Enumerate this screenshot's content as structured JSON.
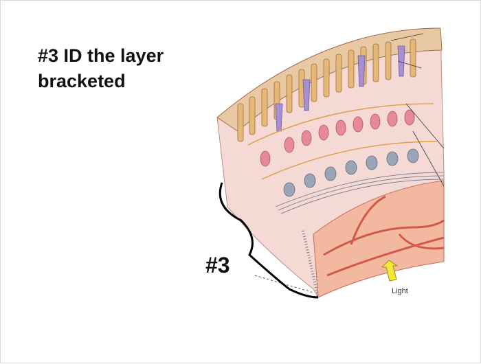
{
  "slide": {
    "title_line1": "#3 ID the layer",
    "title_line2": "bracketed",
    "bracket_label": "#3",
    "light_label": "Light"
  },
  "colors": {
    "outer_segment": "#e9c8a4",
    "rod_cell": "#e6b878",
    "cone_cell": "#a88fcf",
    "bipolar_cell": "#e58a96",
    "ganglion_cell": "#9aa5b8",
    "nerve_fiber_layer": "#f3b8a0",
    "blood_vessel": "#d2574f",
    "arrow": "#f2e835"
  },
  "icons": {
    "light_arrow": "arrow-up-right-icon"
  }
}
